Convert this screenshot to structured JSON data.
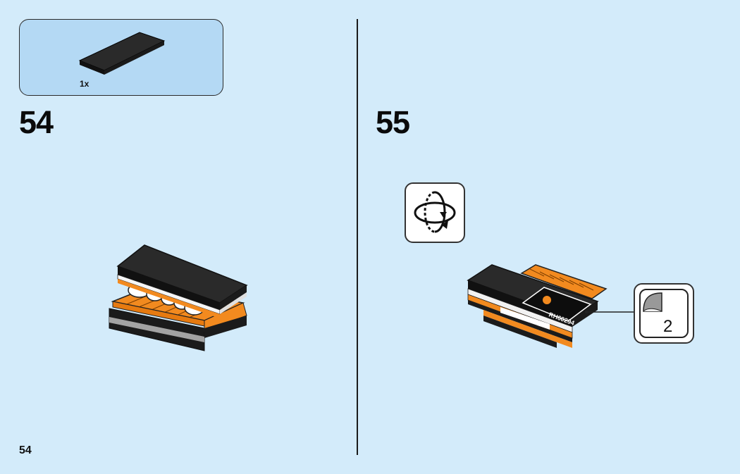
{
  "parts_list": {
    "quantity": "1x",
    "part": "black-tile-1x4"
  },
  "steps": [
    {
      "number": "54"
    },
    {
      "number": "55",
      "callout_pages": "2",
      "sticker_text": "RH60294"
    }
  ],
  "page": {
    "number": "54"
  },
  "colors": {
    "background": "#d3ebfa",
    "parts_box": "#b4d9f4",
    "orange": "#f28a1f",
    "black": "#1b1b1b"
  }
}
